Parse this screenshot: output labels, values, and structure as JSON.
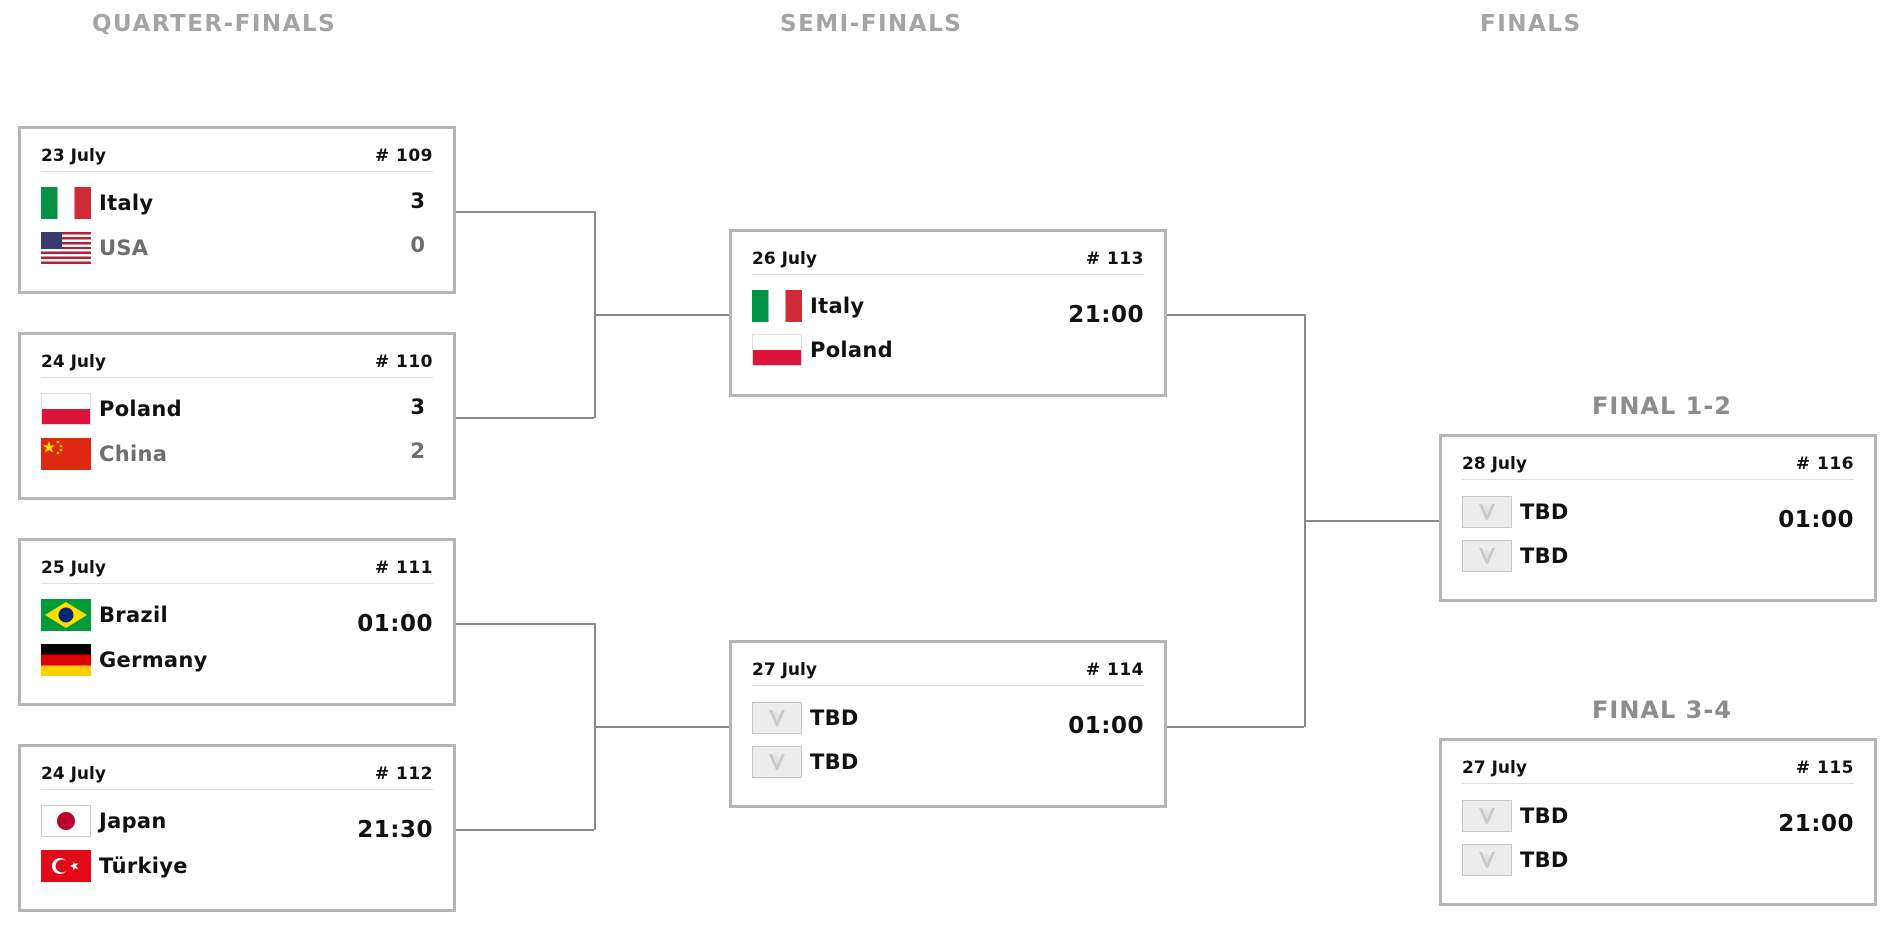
{
  "rounds": {
    "quarter": "QUARTER-FINALS",
    "semi": "SEMI-FINALS",
    "finals": "FINALS"
  },
  "final_labels": {
    "final12": "FINAL 1-2",
    "final34": "FINAL 3-4"
  },
  "matches": {
    "m109": {
      "date": "23 July",
      "number": "# 109",
      "team1": "Italy",
      "team2": "USA",
      "score1": "3",
      "score2": "0"
    },
    "m110": {
      "date": "24 July",
      "number": "# 110",
      "team1": "Poland",
      "team2": "China",
      "score1": "3",
      "score2": "2"
    },
    "m111": {
      "date": "25 July",
      "number": "# 111",
      "team1": "Brazil",
      "team2": "Germany",
      "time": "01:00"
    },
    "m112": {
      "date": "24 July",
      "number": "# 112",
      "team1": "Japan",
      "team2": "Türkiye",
      "time": "21:30"
    },
    "m113": {
      "date": "26 July",
      "number": "# 113",
      "team1": "Italy",
      "team2": "Poland",
      "time": "21:00"
    },
    "m114": {
      "date": "27 July",
      "number": "# 114",
      "team1": "TBD",
      "team2": "TBD",
      "time": "01:00"
    },
    "m116": {
      "date": "28 July",
      "number": "# 116",
      "team1": "TBD",
      "team2": "TBD",
      "time": "01:00"
    },
    "m115": {
      "date": "27 July",
      "number": "# 115",
      "team1": "TBD",
      "team2": "TBD",
      "time": "21:00"
    }
  },
  "flags": {
    "italy": "italy-flag-icon",
    "usa": "usa-flag-icon",
    "poland": "poland-flag-icon",
    "china": "china-flag-icon",
    "brazil": "brazil-flag-icon",
    "germany": "germany-flag-icon",
    "japan": "japan-flag-icon",
    "turkey": "turkey-flag-icon",
    "tbd": "volleyball-logo-placeholder-icon"
  },
  "colors": {
    "card_border": "#b5b5b5",
    "connector": "#8a8a8a",
    "round_title": "#a4a4a4",
    "loser_text": "#6e6e6e"
  }
}
